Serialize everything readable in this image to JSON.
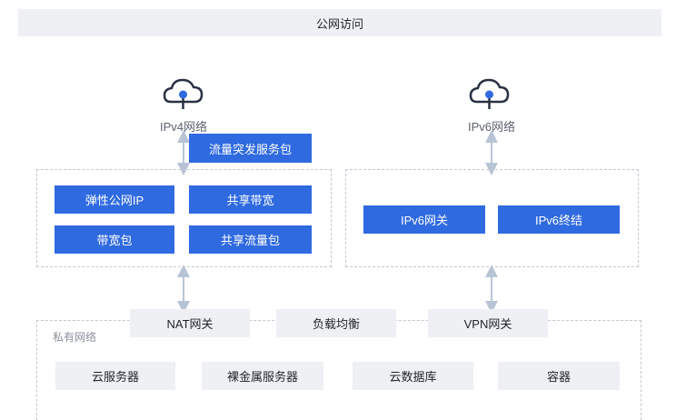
{
  "top_banner": {
    "label": "公网访问"
  },
  "ipv4": {
    "network_label": "IPv4网络",
    "burst_package": "流量突发服务包",
    "items": [
      "弹性公网IP",
      "共享带宽",
      "带宽包",
      "共享流量包"
    ]
  },
  "ipv6": {
    "network_label": "IPv6网络",
    "items": [
      "IPv6网关",
      "IPv6终结"
    ]
  },
  "gateways": [
    "NAT网关",
    "负载均衡",
    "VPN网关"
  ],
  "private_network": {
    "label": "私有网络",
    "resources": [
      "云服务器",
      "裸金属服务器",
      "云数据库",
      "容器"
    ]
  },
  "colors": {
    "primary_blue": "#2f6ae0",
    "light_gray": "#eef0f4",
    "dashed_border": "#c3c8d1",
    "connector": "#b8c4d6"
  }
}
